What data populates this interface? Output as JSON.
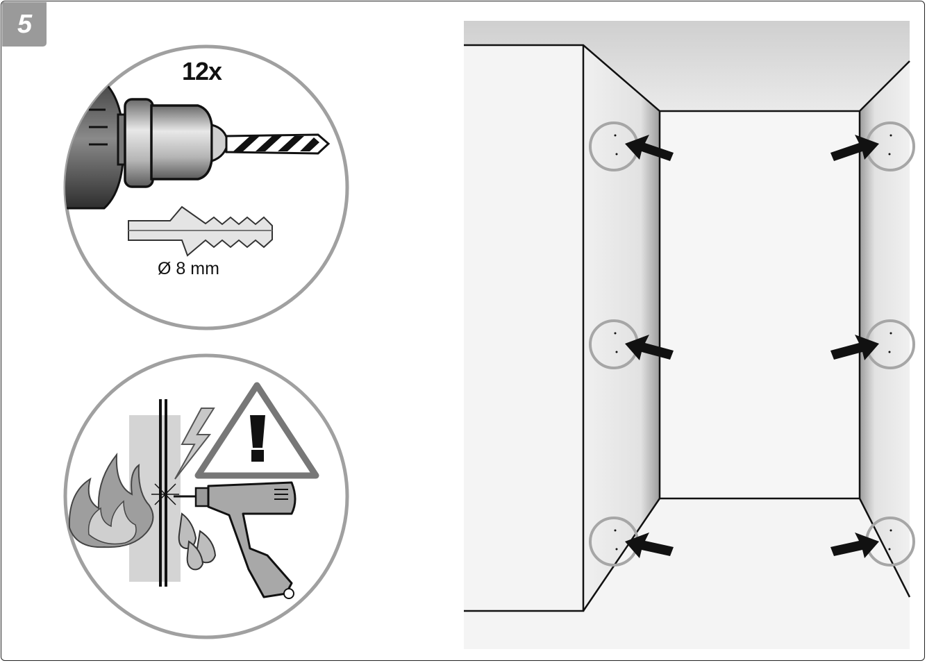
{
  "step": {
    "number": "5"
  },
  "drill_detail": {
    "quantity": "12x",
    "dowel_size": "Ø 8 mm"
  },
  "colors": {
    "badge": "#9a9a9a",
    "circle_outline": "#a0a0a0",
    "arrow": "#111111",
    "wall": "#f3f3f3"
  },
  "icons": [
    "drill-icon",
    "drill-bit-icon",
    "wall-plug-icon",
    "warning-triangle-icon",
    "lightning-icon",
    "fire-icon",
    "water-drops-icon",
    "arrow-icon",
    "hole-marker-icon"
  ]
}
